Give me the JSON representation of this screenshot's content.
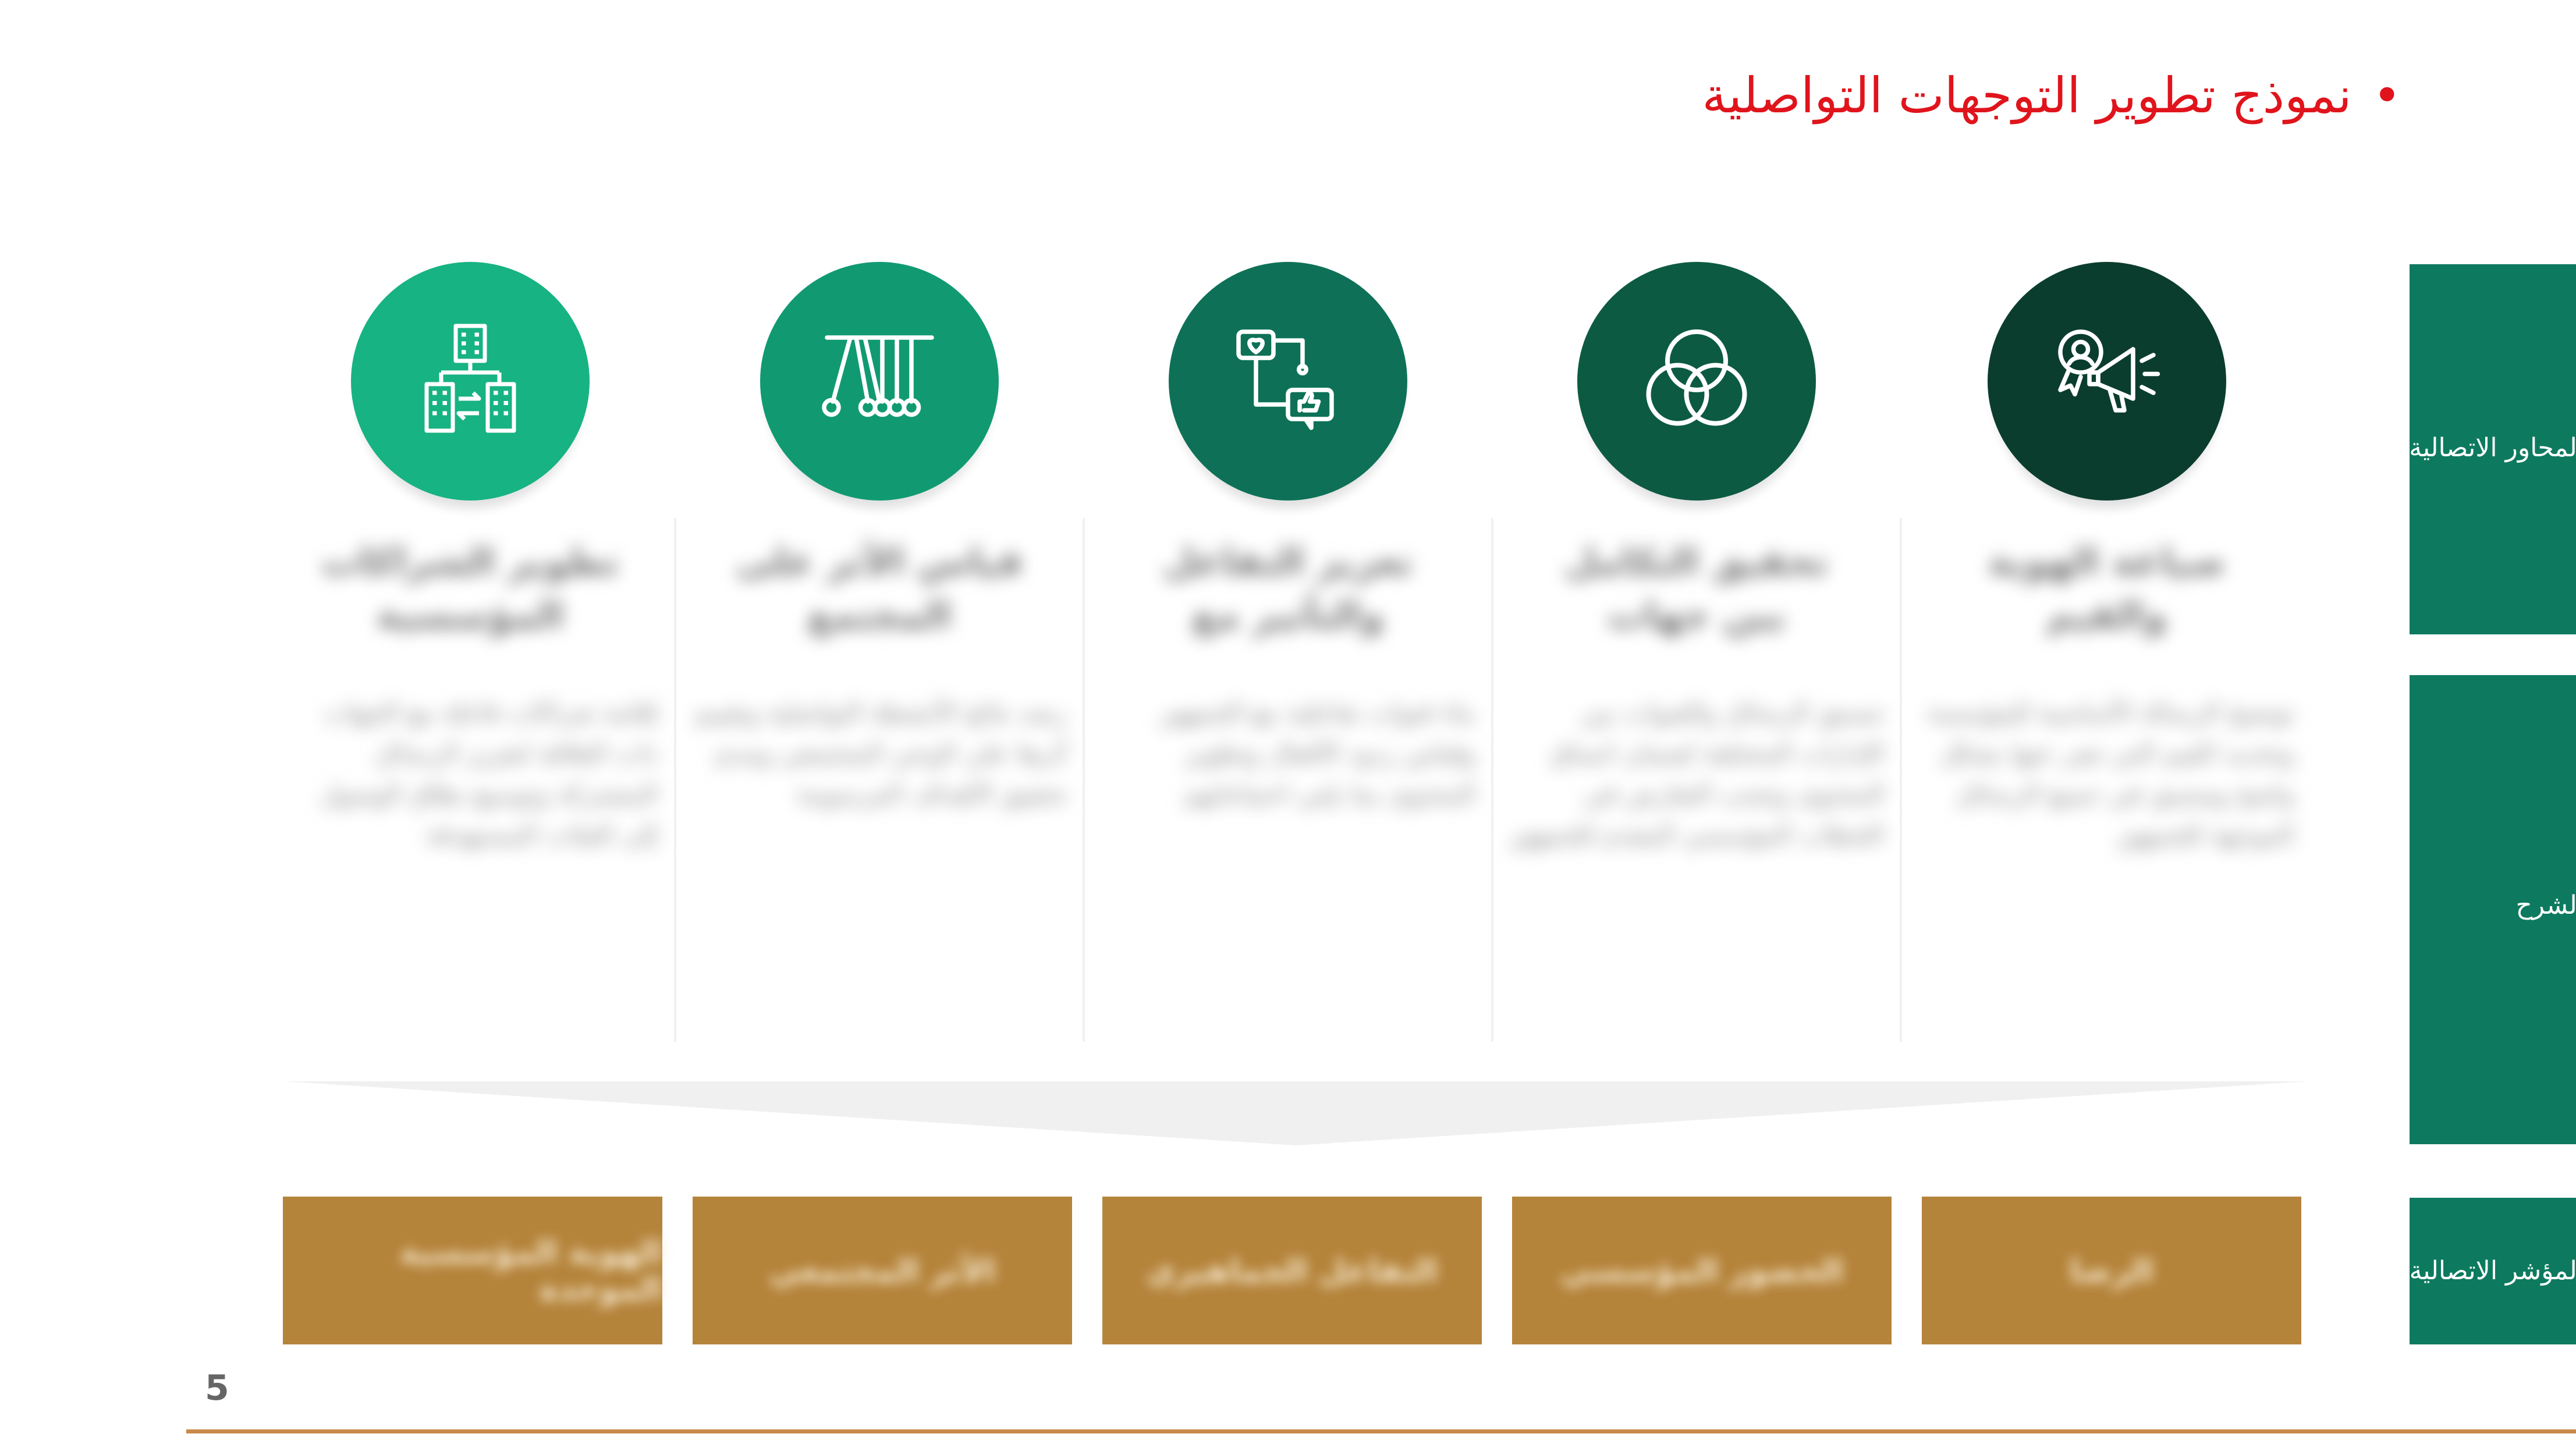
{
  "slide": {
    "bullet": "•",
    "title": "نموذج تطوير التوجهات التواصلية",
    "page_number": "5"
  },
  "columns": [
    {
      "icon": "megaphone-award-icon",
      "circle_color": "#0b3d2e",
      "title": "صياغة الهوية والقيم المؤسسية",
      "description": "توضيح الرسالة الأساسية للمؤسسة وتحديد القيم التي تعبر عنها بشكل واضح ومتسق في جميع الرسائل الموجهة للجمهور"
    },
    {
      "icon": "three-circles-icon",
      "circle_color": "#0d5a43",
      "title": "تحقيق التكامل بين جهات الاتصال",
      "description": "تنسيق الرسائل والقنوات بين الإدارات المختلفة لضمان اتساق المحتوى وتجنب التعارض في الخطاب المؤسسي المقدم للجمهور"
    },
    {
      "icon": "feedback-loop-icon",
      "circle_color": "#0e7157",
      "title": "تعزيز التفاعل والتأثير مع الجمهور",
      "description": "بناء قنوات تفاعلية مع الجمهور وقياس ردود الأفعال وتطوير المحتوى بما يلبي احتياجاتهم"
    },
    {
      "icon": "pendulum-icon",
      "circle_color": "#119a72",
      "title": "قياس الأثر على المجتمع",
      "description": "رصد نتائج الأنشطة التواصلية وتقييم أثرها على الوعي المجتمعي ومدى تحقيق الأهداف المرسومة"
    },
    {
      "icon": "buildings-exchange-icon",
      "circle_color": "#17b382",
      "title": "تطوير الشراكات المؤسسية",
      "description": "إقامة شراكات فاعلة مع الجهات ذات العلاقة لتعزيز الرسائل المشتركة وتوسيع نطاق الوصول إلى الفئات المستهدفة"
    }
  ],
  "outcomes": [
    "الرضا",
    "الحضور المؤسسي",
    "التفاعل الجماهيري",
    "الأثر المجتمعي",
    "الهوية المؤسسية الموحدة"
  ],
  "side_labels": {
    "top": "المحاور الاتصالية",
    "middle": "الشرح",
    "bottom": "المؤشر الاتصالية"
  }
}
